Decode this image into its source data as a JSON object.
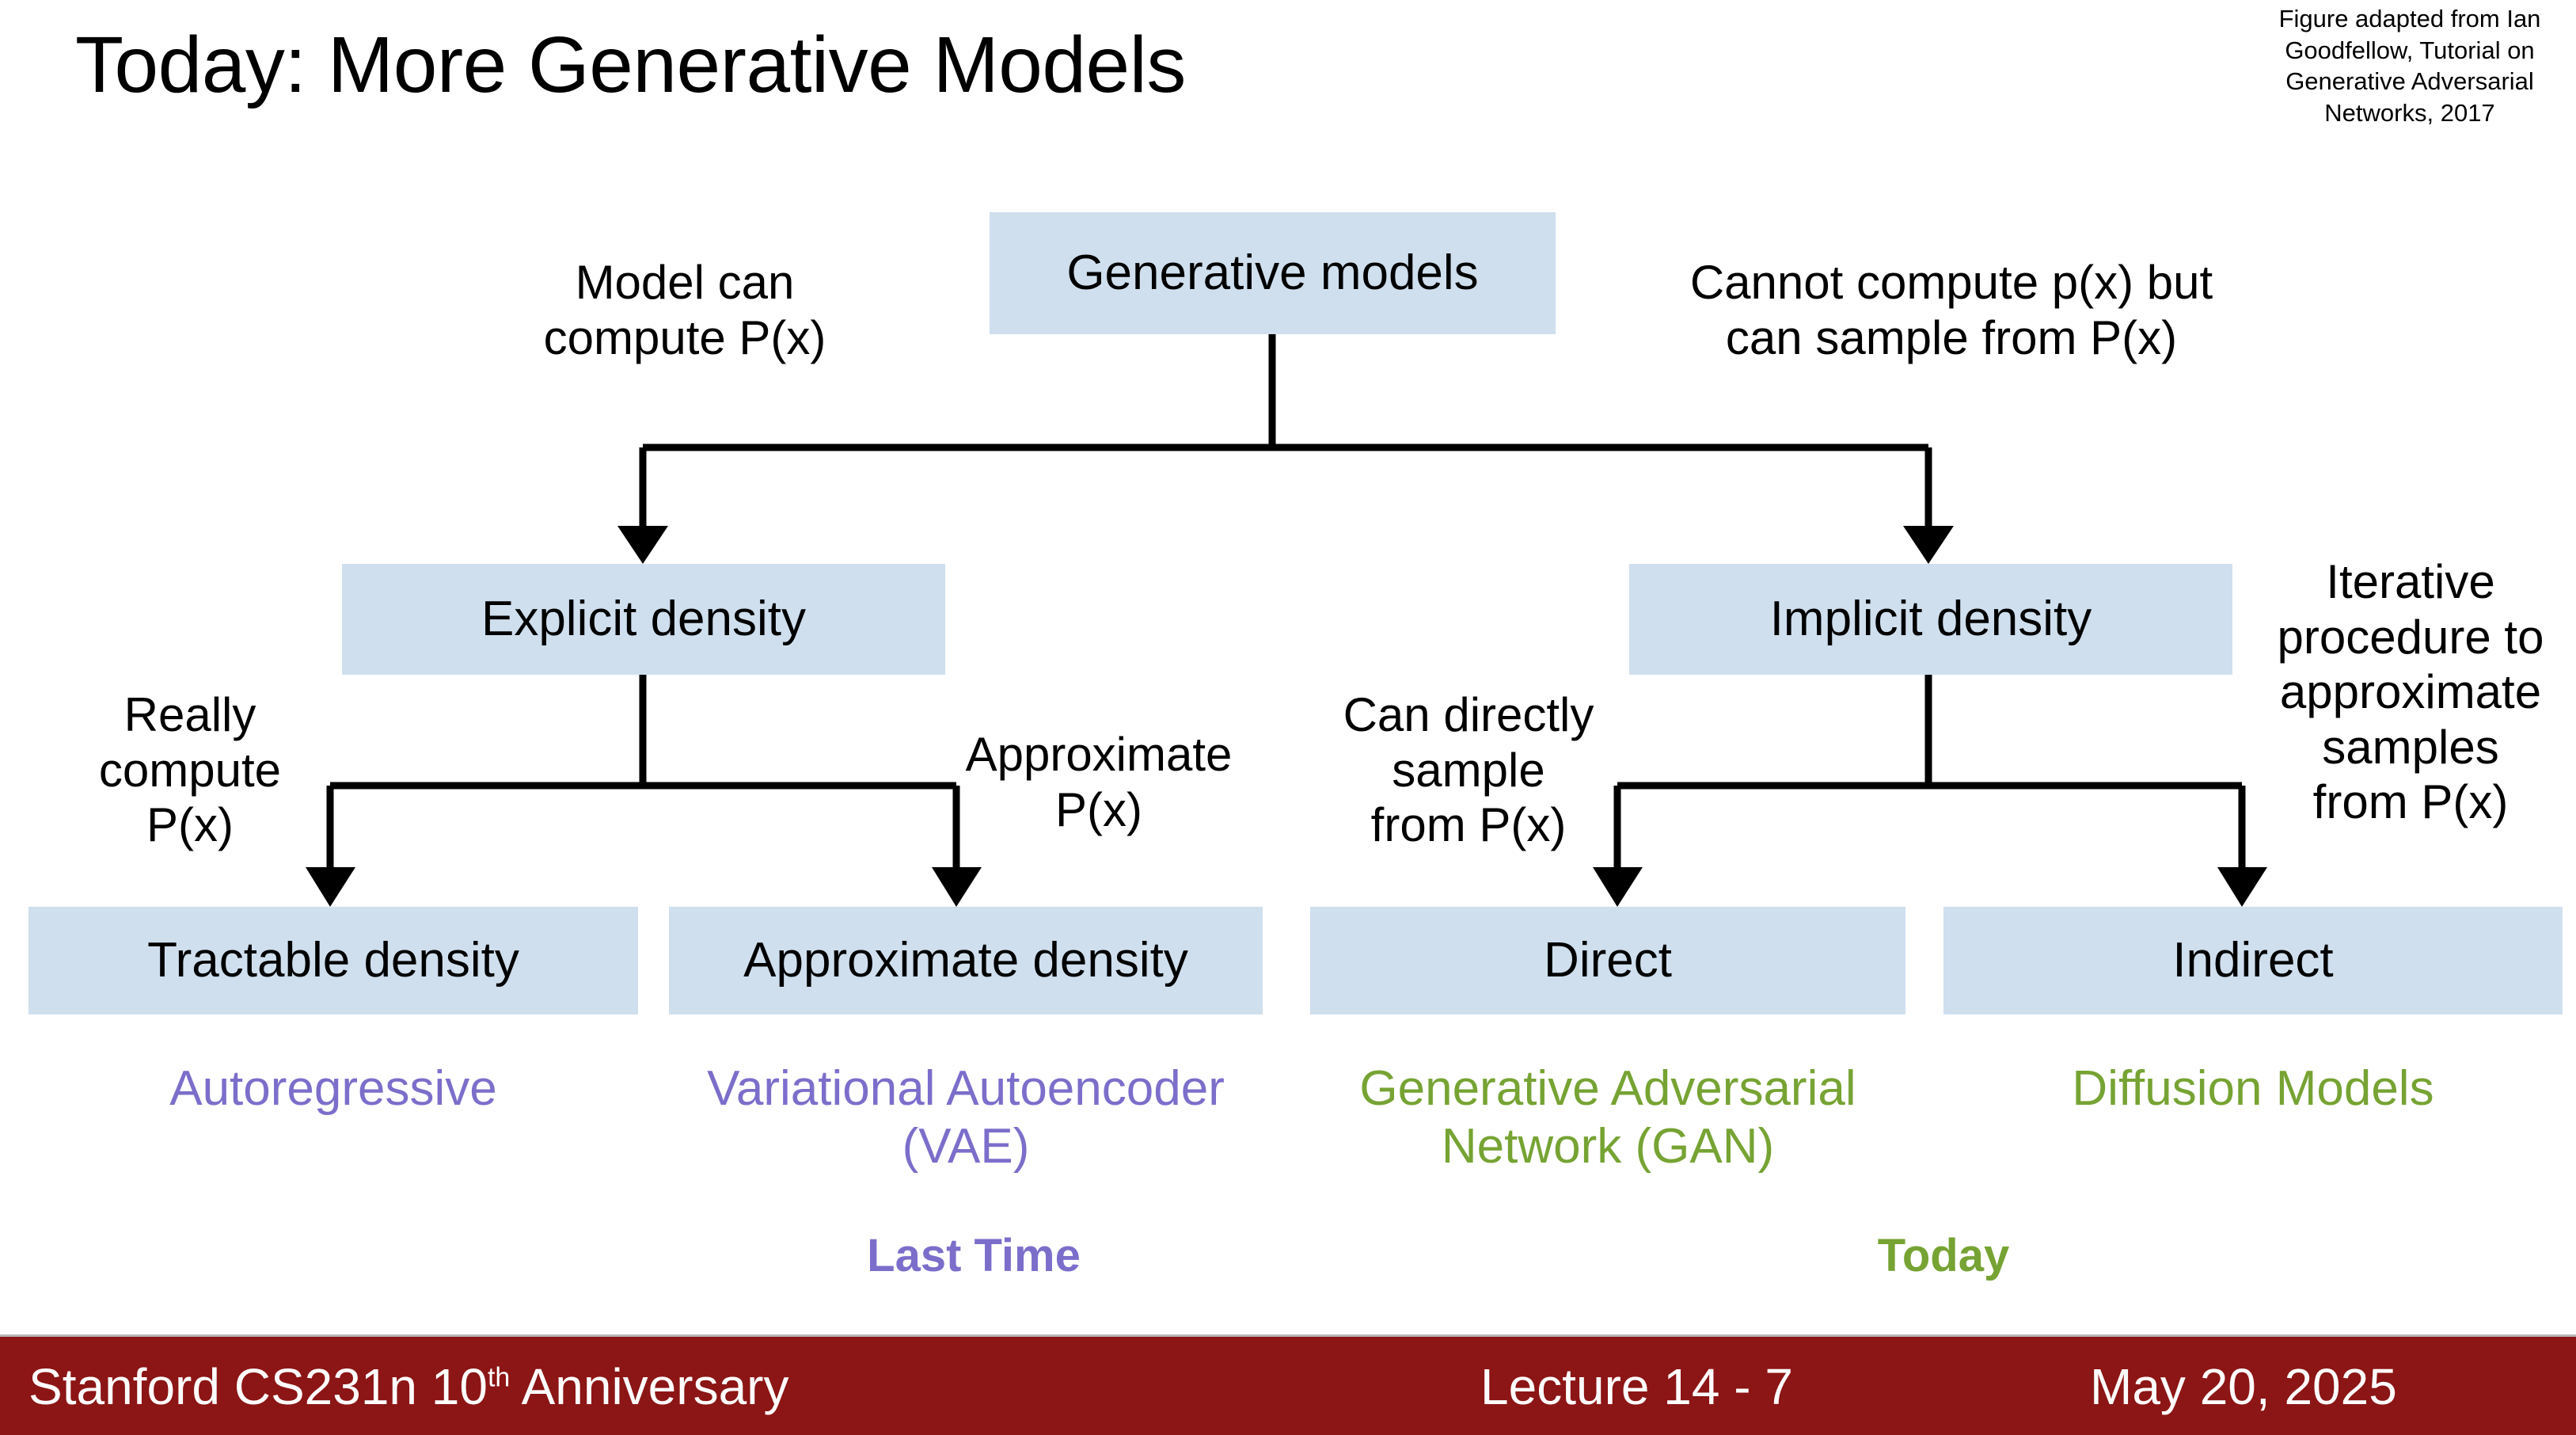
{
  "slide": {
    "title": "Today: More Generative Models",
    "attribution": "Figure adapted from Ian Goodfellow, Tutorial on Generative Adversarial Networks, 2017"
  },
  "colors": {
    "box_fill": "#cfdfee",
    "purple": "#7b6ecb",
    "green": "#76a333",
    "footer_bar": "#8c1515",
    "connector": "#000000"
  },
  "diagram": {
    "nodes": {
      "root": "Generative models",
      "explicit": "Explicit density",
      "implicit": "Implicit density",
      "tractable": "Tractable density",
      "approximate": "Approximate density",
      "direct": "Direct",
      "indirect": "Indirect"
    },
    "edge_labels": {
      "model_can_compute": "Model can\ncompute P(x)",
      "cannot_compute": "Cannot compute p(x) but\ncan sample from P(x)",
      "really_compute": "Really\ncompute\nP(x)",
      "approximate_px": "Approximate\nP(x)",
      "can_directly_sample": "Can directly\nsample\nfrom P(x)",
      "iterative_procedure": "Iterative\nprocedure to\napproximate\nsamples\nfrom P(x)"
    },
    "leaves": {
      "autoregressive": "Autoregressive",
      "vae": "Variational Autoencoder\n(VAE)",
      "gan": "Generative Adversarial\nNetwork (GAN)",
      "diffusion": "Diffusion Models"
    },
    "tags": {
      "last_time": "Last Time",
      "today": "Today"
    }
  },
  "footer": {
    "course": "Stanford CS231n 10",
    "course_sup": "th",
    "course_rest": " Anniversary",
    "lecture": "Lecture 14 -  7",
    "date": "May 20, 2025"
  }
}
